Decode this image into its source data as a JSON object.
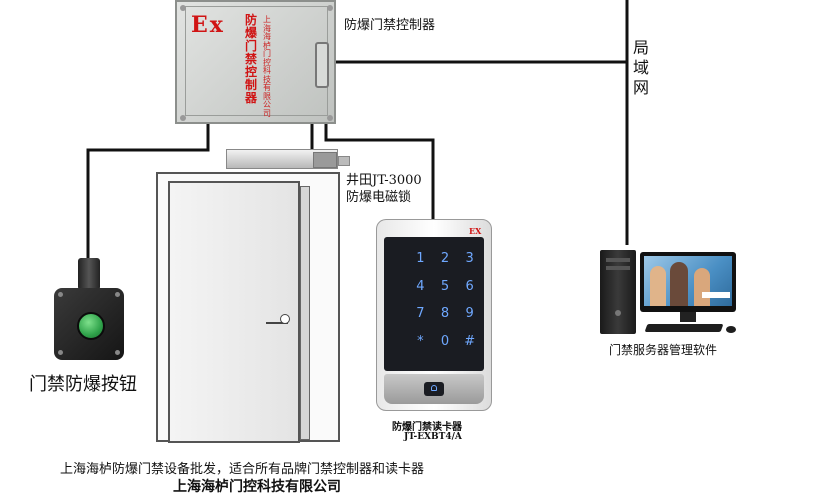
{
  "controller": {
    "label": "防爆门禁控制器",
    "ex_mark": "Ex",
    "panel_text": "防爆门禁控制器",
    "panel_subtext": "上海海栌门控科技有限公司"
  },
  "network": {
    "label": "局域网"
  },
  "maglock": {
    "line1": "井田JT-3000",
    "line2": "防爆电磁锁"
  },
  "reader": {
    "ex_mark": "EX",
    "keys": [
      "1",
      "2",
      "3",
      "4",
      "5",
      "6",
      "7",
      "8",
      "9",
      "*",
      "0",
      "#"
    ],
    "caption": "防爆门禁读卡器",
    "model": "JT-EXBT4/A"
  },
  "button": {
    "label": "门禁防爆按钮"
  },
  "server": {
    "label": "门禁服务器管理软件"
  },
  "footer": {
    "line1": "上海海栌防爆门禁设备批发，适合所有品牌门禁控制器和读卡器",
    "line2": "上海海栌门控科技有限公司"
  },
  "colors": {
    "wire": "#111111",
    "enclosure": "#cfd1cf",
    "exred": "#d01414",
    "door": "#ededed",
    "reader_face": "#1a1c22",
    "key_glow": "#6fa8ff",
    "button_green": "#2fa24a"
  },
  "icons": [
    "push-button-icon",
    "door-handle-icon",
    "monitor-icon",
    "pc-tower-icon",
    "keyboard-icon",
    "bell-icon"
  ]
}
